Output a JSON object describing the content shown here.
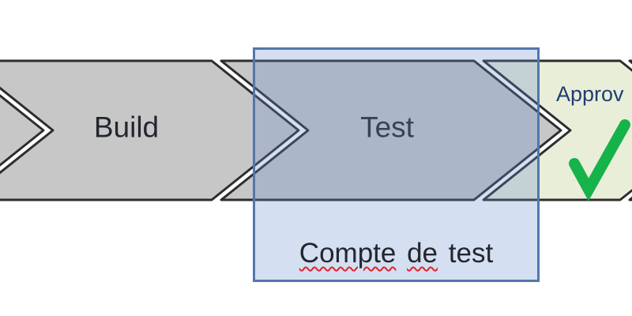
{
  "diagram": {
    "type": "process-chevron-flow",
    "stages": [
      {
        "id": "previous",
        "label": "",
        "fill": "#c7c7c7",
        "note": "partially visible chevron at left edge"
      },
      {
        "id": "build",
        "label": "Build",
        "fill": "#c7c7c7"
      },
      {
        "id": "test",
        "label": "Test",
        "fill": "#c7c7c7"
      },
      {
        "id": "approval",
        "label": "Approv",
        "fill": "#e9eed8",
        "icon": "checkmark-icon",
        "note": "label and shape cut off at right edge"
      }
    ],
    "colors": {
      "stage_gray": "#c7c7c7",
      "stage_green": "#e9eed8",
      "outline": "#2d2d2d",
      "check_green": "#16b24a",
      "stage_label": "#23262e",
      "approval_label": "#1f3d73"
    }
  },
  "callout": {
    "words": [
      {
        "text": "Compte",
        "misspelled": true
      },
      {
        "text": "de",
        "misspelled": true
      },
      {
        "text": "test",
        "misspelled": false
      }
    ],
    "border_color": "#5177ad",
    "fill_color": "rgba(100,140,205,0.28)",
    "squiggle_color": "#e02525"
  }
}
